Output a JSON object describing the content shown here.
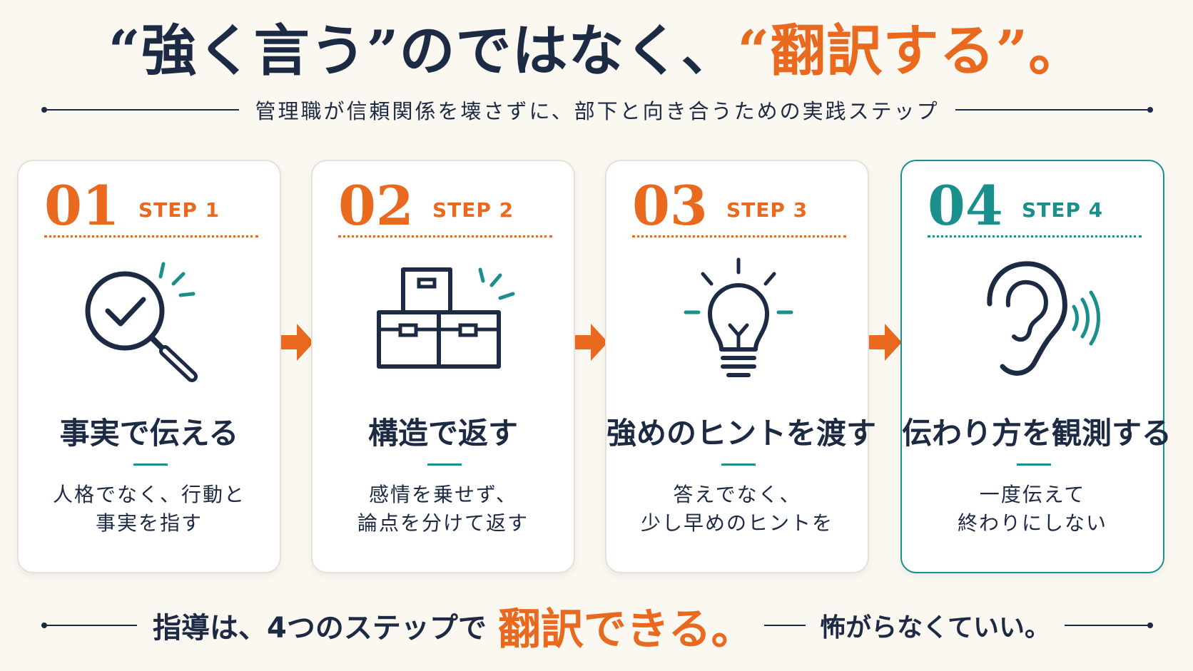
{
  "header": {
    "title_part1": "“強く言う”のではなく、",
    "title_part2": "“翻訳する”。",
    "subtitle": "管理職が信頼関係を壊さずに、部下と向き合うための実践ステップ"
  },
  "steps": [
    {
      "number": "01",
      "label": "STEP 1",
      "icon": "magnifier-check-icon",
      "title": "事実で伝える",
      "desc_line1": "人格でなく、行動と",
      "desc_line2": "事実を指す"
    },
    {
      "number": "02",
      "label": "STEP 2",
      "icon": "boxes-icon",
      "title": "構造で返す",
      "desc_line1": "感情を乗せず、",
      "desc_line2": "論点を分けて返す"
    },
    {
      "number": "03",
      "label": "STEP 3",
      "icon": "lightbulb-icon",
      "title": "強めのヒントを渡す",
      "desc_line1": "答えでなく、",
      "desc_line2": "少し早めのヒントを"
    },
    {
      "number": "04",
      "label": "STEP 4",
      "icon": "ear-icon",
      "title": "伝わり方を観測する",
      "desc_line1": "一度伝えて",
      "desc_line2": "終わりにしない"
    }
  ],
  "footer": {
    "main": "指導は、4つのステップで",
    "accent": "翻訳できる。",
    "tail": "怖がらなくていい。"
  },
  "colors": {
    "navy": "#1c2a44",
    "orange": "#e9691e",
    "teal": "#1a8f8c",
    "background": "#fbf8f2"
  }
}
